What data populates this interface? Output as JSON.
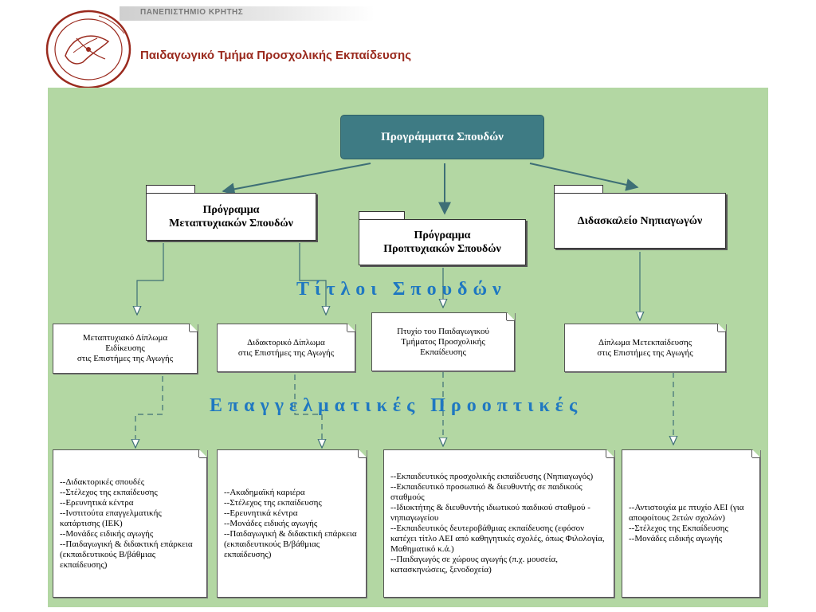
{
  "header": {
    "university": "ΠΑΝΕΠΙΣΤΗΜΙΟ ΚΡΗΤΗΣ",
    "department": "Παιδαγωγικό Τμήμα  Προσχολικής Εκπαίδευσης",
    "seal_icon": "university-seal-icon"
  },
  "diagram": {
    "root": "Προγράμματα Σπουδών",
    "programs": {
      "postgrad": "Πρόγραμμα\nΜεταπτυχιακών Σπουδών",
      "undergrad": "Πρόγραμμα\nΠροπτυχιακών Σπουδών",
      "didaskaleio": "Διδασκαλείο Νηπιαγωγών"
    },
    "section_titles": {
      "degrees": "Τίτλοι Σπουδών",
      "careers": "Επαγγελματικές Προοπτικές"
    },
    "degrees": {
      "masters": "Μεταπτυχιακό Δίπλωμα\nΕιδίκευσης\nστις Επιστήμες της Αγωγής",
      "doctorate": "Διδακτορικό Δίπλωμα\nστις Επιστήμες της Αγωγής",
      "bachelor": "Πτυχίο του Παιδαγωγικού\nΤμήματος Προσχολικής\nΕκπαίδευσης",
      "retraining": "Δίπλωμα Μετεκπαίδευσης\nστις Επιστήμες της Αγωγής"
    },
    "careers": {
      "masters": [
        "--Διδακτορικές σπουδές",
        "--Στέλεχος της εκπαίδευσης",
        "--Ερευνητικά κέντρα",
        "--Ινστιτούτα επαγγελματικής κατάρτισης (ΙΕΚ)",
        "--Μονάδες ειδικής αγωγής",
        "--Παιδαγωγική & διδακτική επάρκεια (εκπαιδευτικούς Β/βάθμιας εκπαίδευσης)"
      ],
      "doctorate": [
        "--Ακαδημαϊκή καριέρα",
        "--Στέλεχος της εκπαίδευσης",
        "--Ερευνητικά κέντρα",
        "--Μονάδες ειδικής αγωγής",
        "--Παιδαγωγική & διδακτική επάρκεια (εκπαιδευτικούς Β/βάθμιας εκπαίδευσης)"
      ],
      "bachelor": [
        "--Εκπαιδευτικός προσχολικής εκπαίδευσης (Νηπιαγωγός)",
        "--Εκπαιδευτικό προσωπικό & διευθυντής σε παιδικούς σταθμούς",
        "--Ιδιοκτήτης & διευθυντής ιδιωτικού παιδικού σταθμού - νηπιαγωγείου",
        "--Εκπαιδευτικός δευτεροβάθμιας εκπαίδευσης (εφόσον κατέχει τίτλο ΑΕΙ από καθηγητικές σχολές, όπως Φιλολογία, Μαθηματικό κ.ά.)",
        "--Παιδαγωγός σε χώρους αγωγής (π.χ. μουσεία, κατασκηνώσεις, ξενοδοχεία)"
      ],
      "didaskaleio": [
        "--Αντιστοιχία με πτυχίο ΑΕΙ (για αποφοίτους 2ετών σχολών)",
        "--Στέλεχος της Εκπαίδευσης",
        "--Μονάδες ειδικής αγωγής"
      ]
    },
    "colors": {
      "panel": "#b3d7a3",
      "root": "#3e7b84",
      "title": "#1f78c1",
      "dept": "#9a2a1e"
    }
  }
}
